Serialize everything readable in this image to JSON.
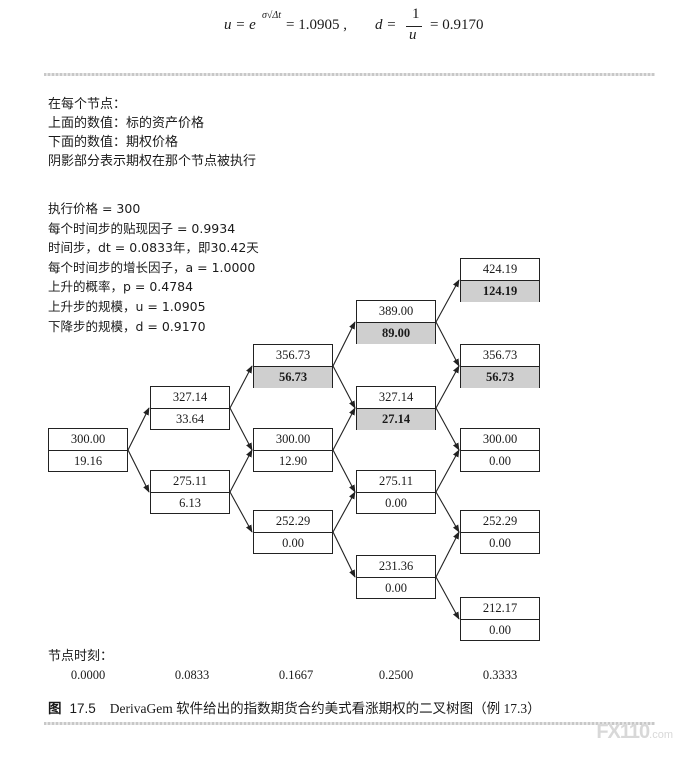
{
  "formula": {
    "u_lhs": "u = e",
    "u_exp": "σ√Δt",
    "u_rhs": " = 1.0905 ,",
    "d_lhs": "d =",
    "d_num": "1",
    "d_den": "u",
    "d_rhs": "= 0.9170"
  },
  "legend": {
    "lines": [
      "在每个节点：",
      "上面的数值：标的资产价格",
      "下面的数值：期权价格",
      "阴影部分表示期权在那个节点被执行"
    ]
  },
  "params": {
    "lines": [
      "执行价格 = 300",
      "每个时间步的贴现因子 = 0.9934",
      "时间步，dt = 0.0833年，即30.42天",
      "每个时间步的增长因子，a = 1.0000",
      "上升的概率，p = 0.4784",
      "上升步的规模，u = 1.0905",
      "下降步的规模，d = 0.9170"
    ]
  },
  "tree": {
    "nodes": [
      {
        "id": "n00",
        "price": "300.00",
        "option": "19.16",
        "exercised": false
      },
      {
        "id": "n10",
        "price": "327.14",
        "option": "33.64",
        "exercised": false
      },
      {
        "id": "n11",
        "price": "275.11",
        "option": "6.13",
        "exercised": false
      },
      {
        "id": "n20",
        "price": "356.73",
        "option": "56.73",
        "exercised": true
      },
      {
        "id": "n21",
        "price": "300.00",
        "option": "12.90",
        "exercised": false
      },
      {
        "id": "n22",
        "price": "252.29",
        "option": "0.00",
        "exercised": false
      },
      {
        "id": "n30",
        "price": "389.00",
        "option": "89.00",
        "exercised": true
      },
      {
        "id": "n31",
        "price": "327.14",
        "option": "27.14",
        "exercised": true
      },
      {
        "id": "n32",
        "price": "275.11",
        "option": "0.00",
        "exercised": false
      },
      {
        "id": "n33",
        "price": "231.36",
        "option": "0.00",
        "exercised": false
      },
      {
        "id": "n40",
        "price": "424.19",
        "option": "124.19",
        "exercised": true
      },
      {
        "id": "n41",
        "price": "356.73",
        "option": "56.73",
        "exercised": true
      },
      {
        "id": "n42",
        "price": "300.00",
        "option": "0.00",
        "exercised": false
      },
      {
        "id": "n43",
        "price": "252.29",
        "option": "0.00",
        "exercised": false
      },
      {
        "id": "n44",
        "price": "212.17",
        "option": "0.00",
        "exercised": false
      }
    ],
    "edges": [
      [
        "n00",
        "n10"
      ],
      [
        "n00",
        "n11"
      ],
      [
        "n10",
        "n20"
      ],
      [
        "n10",
        "n21"
      ],
      [
        "n11",
        "n21"
      ],
      [
        "n11",
        "n22"
      ],
      [
        "n20",
        "n30"
      ],
      [
        "n20",
        "n31"
      ],
      [
        "n21",
        "n31"
      ],
      [
        "n21",
        "n32"
      ],
      [
        "n22",
        "n32"
      ],
      [
        "n22",
        "n33"
      ],
      [
        "n30",
        "n40"
      ],
      [
        "n30",
        "n41"
      ],
      [
        "n31",
        "n41"
      ],
      [
        "n31",
        "n42"
      ],
      [
        "n32",
        "n42"
      ],
      [
        "n32",
        "n43"
      ],
      [
        "n33",
        "n43"
      ],
      [
        "n33",
        "n44"
      ]
    ]
  },
  "time_axis": {
    "label": "节点时刻：",
    "ticks": [
      "0.0000",
      "0.0833",
      "0.1667",
      "0.2500",
      "0.3333"
    ]
  },
  "caption": {
    "figure_label": "图",
    "figure_number": "17.5",
    "text": "DerivaGem 软件给出的指数期货合约美式看涨期权的二叉树图（例 17.3）"
  },
  "watermark": {
    "brand": "FX110",
    "suffix": ".com"
  }
}
